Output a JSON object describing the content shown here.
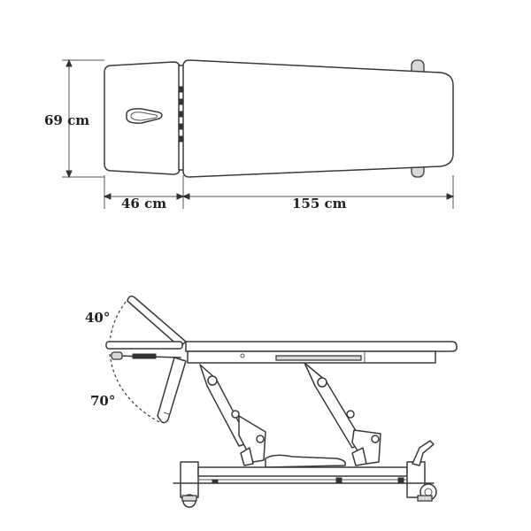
{
  "top_view": {
    "width_label": "69 cm",
    "head_length_label": "46 cm",
    "body_length_label": "155 cm"
  },
  "side_view": {
    "upper_angle_label": "40°",
    "lower_angle_label": "70°"
  }
}
